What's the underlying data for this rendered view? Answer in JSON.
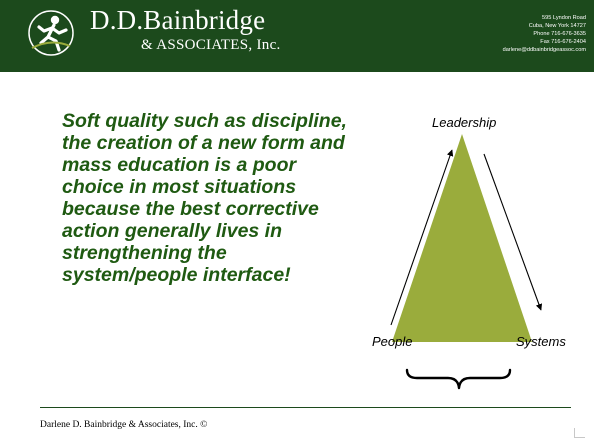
{
  "header": {
    "brand_name": "D.D.Bainbridge",
    "brand_sub": "& ASSOCIATES, Inc.",
    "contact": [
      "595 Lyndon Road",
      "Cuba, New York 14727",
      "Phone 716-676-3635",
      "Fax 716-676-2404",
      "darlene@ddbainbridgeassoc.com"
    ]
  },
  "main": {
    "quote": "Soft quality such as discipline, the creation of a new form and mass education is a poor choice in most situations because the best corrective action generally lives in strengthening the system/people interface!"
  },
  "diagram": {
    "top_label": "Leadership",
    "left_label": "People",
    "right_label": "Systems"
  },
  "footer": {
    "text": "Darlene D. Bainbridge & Associates, Inc. ©"
  },
  "colors": {
    "header_bg": "#1c4a1c",
    "quote_text": "#1f5a12",
    "triangle_fill": "#9aac3c"
  },
  "icons": {
    "logo": "running-figure-logo"
  }
}
